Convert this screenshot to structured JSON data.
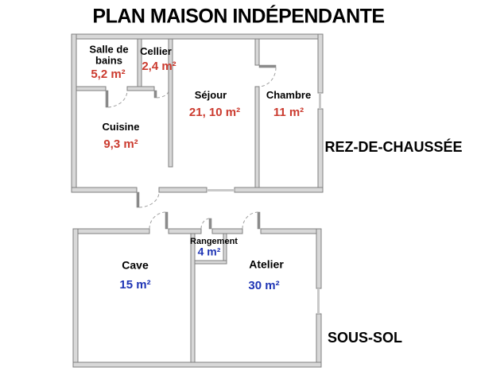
{
  "title": "PLAN MAISON INDÉPENDANTE",
  "colors": {
    "area_ground_floor": "#cb3a2e",
    "area_basement": "#1f35b5",
    "wall_fill": "#d8d8d8",
    "wall_stroke": "#7f7f7f",
    "text": "#000000",
    "background": "#ffffff"
  },
  "ground_floor": {
    "label": "REZ-DE-CHAUSSÉE",
    "rooms": [
      {
        "name": "Salle de bains",
        "area": "5,2 m²"
      },
      {
        "name": "Cellier",
        "area": "2,4 m²"
      },
      {
        "name": "Cuisine",
        "area": "9,3 m²"
      },
      {
        "name": "Séjour",
        "area": "21, 10 m²"
      },
      {
        "name": "Chambre",
        "area": "11 m²"
      }
    ]
  },
  "basement": {
    "label": "SOUS-SOL",
    "rooms": [
      {
        "name": "Cave",
        "area": "15 m²"
      },
      {
        "name": "Rangement",
        "area": "4 m²"
      },
      {
        "name": "Atelier",
        "area": "30 m²"
      }
    ]
  }
}
